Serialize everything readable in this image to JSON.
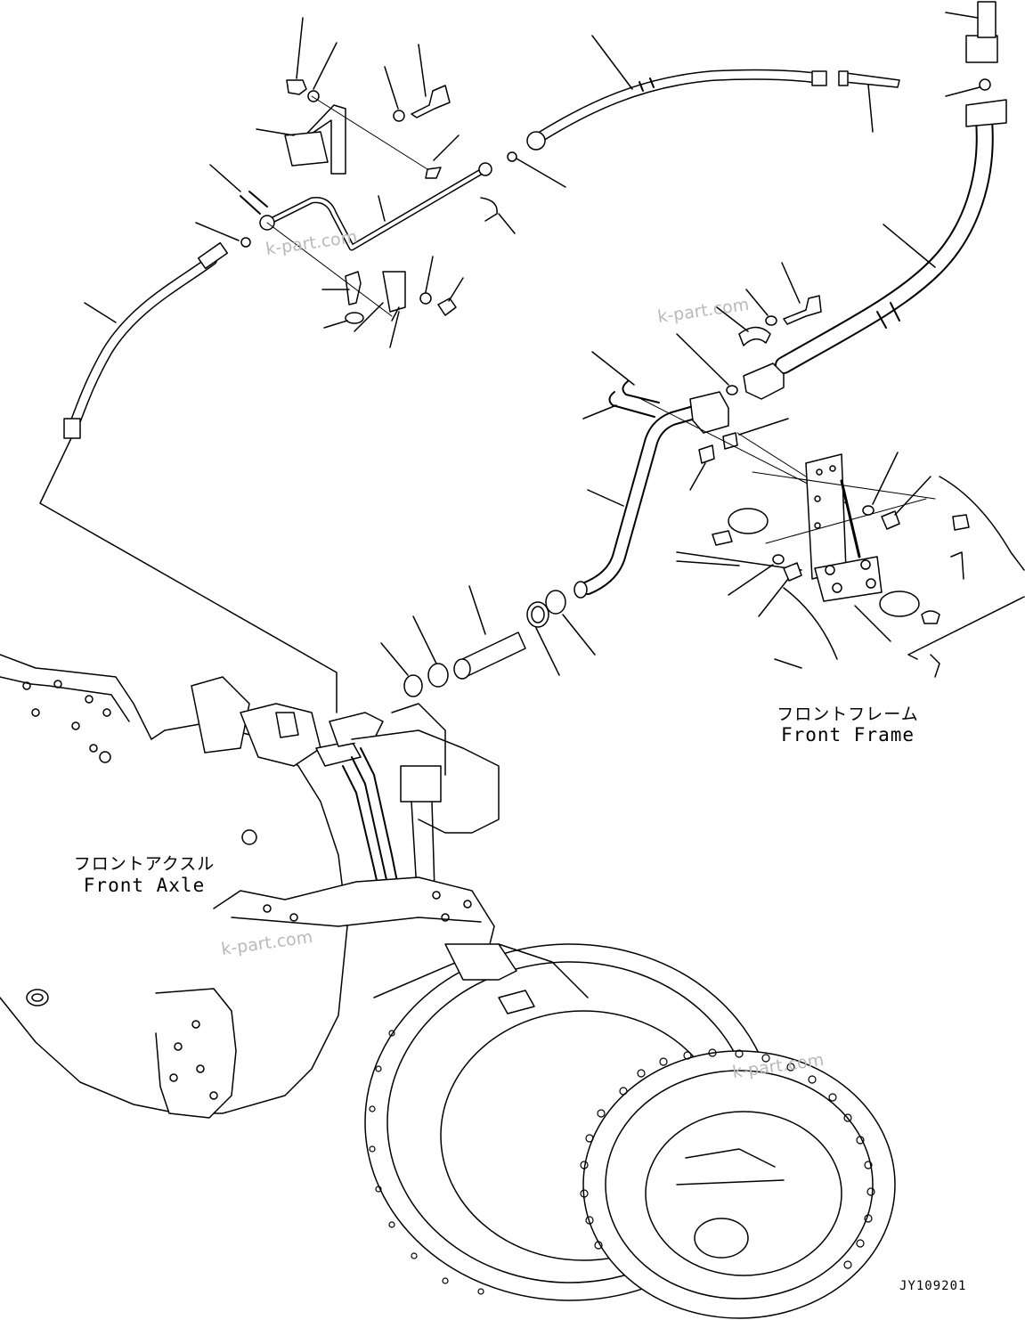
{
  "labels": {
    "front_frame_jp": "フロントフレーム",
    "front_frame_en": "Front Frame",
    "front_axle_jp": "フロントアクスル",
    "front_axle_en": "Front Axle"
  },
  "watermark": "k-part.com",
  "drawing_number": "JY109201",
  "colors": {
    "line": "#000000",
    "background": "#ffffff",
    "watermark": "#b9b9b9"
  }
}
